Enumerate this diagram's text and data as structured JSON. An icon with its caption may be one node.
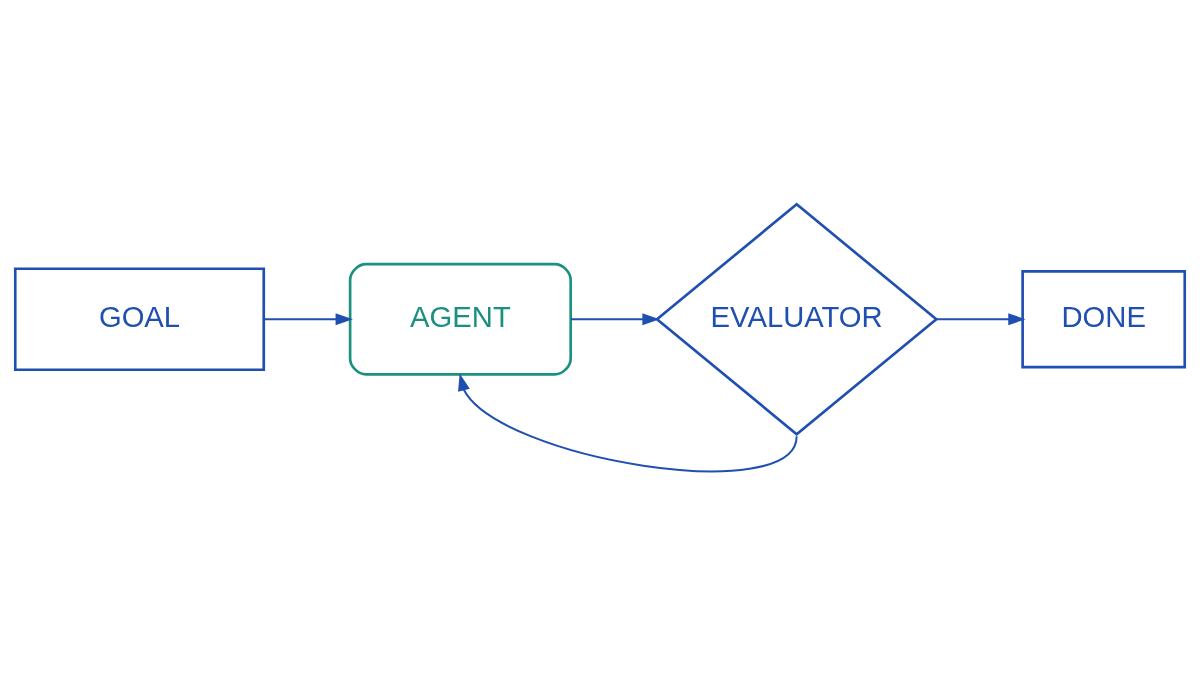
{
  "diagram": {
    "nodes": [
      {
        "text": [
          "GOAL"
        ]
      },
      {
        "text": [
          "AGENT"
        ]
      },
      {
        "text": [
          "EVALUATOR"
        ]
      },
      {
        "text": [
          "DONE"
        ]
      }
    ],
    "edges": [
      {
        "from": 0,
        "to": 1,
        "arrow": "to"
      },
      {
        "from": 1,
        "to": 2,
        "arrow": "to"
      },
      {
        "from": 2,
        "to": 3,
        "arrow": "to"
      },
      {
        "from": 2,
        "to": 1,
        "arrow": "to"
      }
    ]
  }
}
